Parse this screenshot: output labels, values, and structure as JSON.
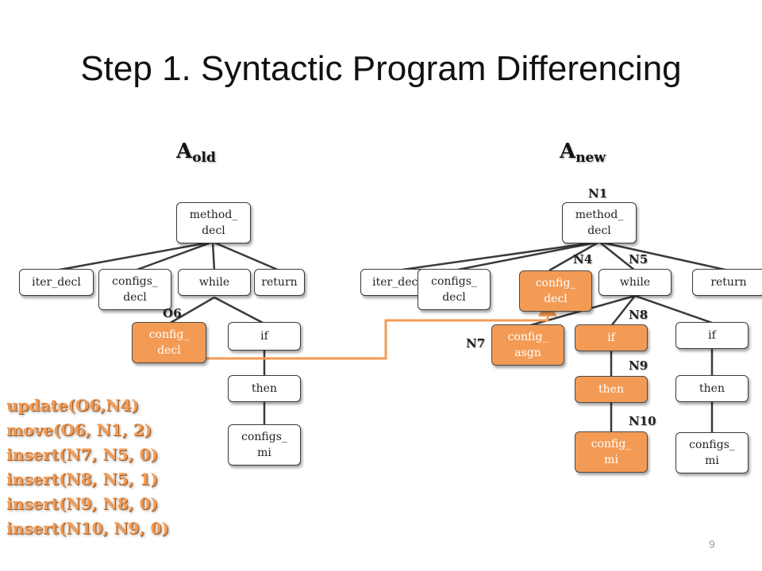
{
  "title": "Step 1. Syntactic Program Differencing",
  "old_tree": {
    "label_main": "A",
    "label_sub": "old",
    "nodes": {
      "method_decl": [
        "method_",
        "decl"
      ],
      "iter_decl": "iter_decl",
      "configs_decl": [
        "configs_",
        "decl"
      ],
      "while": "while",
      "return": "return",
      "config_decl": [
        "config_",
        "decl"
      ],
      "if": "if",
      "then": "then",
      "configs_mi": [
        "configs_",
        "mi"
      ]
    },
    "labels": {
      "o6": "O6"
    }
  },
  "new_tree": {
    "label_main": "A",
    "label_sub": "new",
    "nodes": {
      "method_decl": [
        "method_",
        "decl"
      ],
      "iter_decl": "iter_decl",
      "configs_decl": [
        "configs_",
        "decl"
      ],
      "config_decl": [
        "config_",
        "decl"
      ],
      "while": "while",
      "return": "return",
      "config_asgn": [
        "config_",
        "asgn"
      ],
      "if1": "if",
      "then1": "then",
      "config_mi": [
        "config_",
        "mi"
      ],
      "if2": "if",
      "then2": "then",
      "configs_mi": [
        "configs_",
        "mi"
      ]
    },
    "labels": {
      "n1": "N1",
      "n4": "N4",
      "n5": "N5",
      "n7": "N7",
      "n8": "N8",
      "n9": "N9",
      "n10": "N10"
    }
  },
  "operations": [
    "update(O6,N4)",
    "move(O6, N1, 2)",
    "insert(N7, N5, 0)",
    "insert(N8, N5, 1)",
    "insert(N9, N8, 0)",
    "insert(N10, N9, 0)"
  ],
  "page_number": "9",
  "colors": {
    "highlight": "#f39b55",
    "edge": "#3a3a3a",
    "move_arrow": "#f39b55"
  }
}
